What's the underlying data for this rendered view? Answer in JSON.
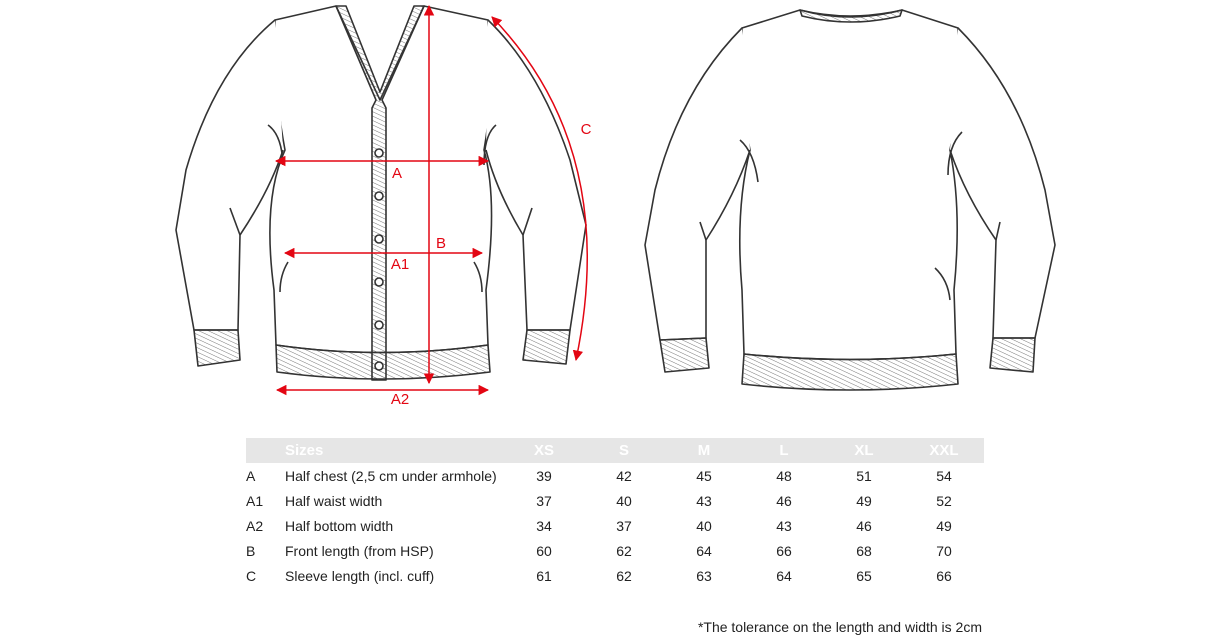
{
  "diagram": {
    "labels": {
      "a": "A",
      "a1": "A1",
      "a2": "A2",
      "b": "B",
      "c": "C"
    },
    "colors": {
      "measure": "#e30613",
      "outline": "#333333"
    }
  },
  "table": {
    "header": {
      "code": "",
      "name": "Sizes",
      "sizes": [
        "XS",
        "S",
        "M",
        "L",
        "XL",
        "XXL"
      ]
    },
    "rows": [
      {
        "code": "A",
        "name": "Half chest (2,5 cm under armhole)",
        "values": [
          "39",
          "42",
          "45",
          "48",
          "51",
          "54"
        ]
      },
      {
        "code": "A1",
        "name": "Half waist width",
        "values": [
          "37",
          "40",
          "43",
          "46",
          "49",
          "52"
        ]
      },
      {
        "code": "A2",
        "name": "Half bottom width",
        "values": [
          "34",
          "37",
          "40",
          "43",
          "46",
          "49"
        ]
      },
      {
        "code": "B",
        "name": "Front length (from HSP)",
        "values": [
          "60",
          "62",
          "64",
          "66",
          "68",
          "70"
        ]
      },
      {
        "code": "C",
        "name": "Sleeve length (incl. cuff)",
        "values": [
          "61",
          "62",
          "63",
          "64",
          "65",
          "66"
        ]
      }
    ]
  },
  "footnote": "*The tolerance on the length and width is 2cm"
}
